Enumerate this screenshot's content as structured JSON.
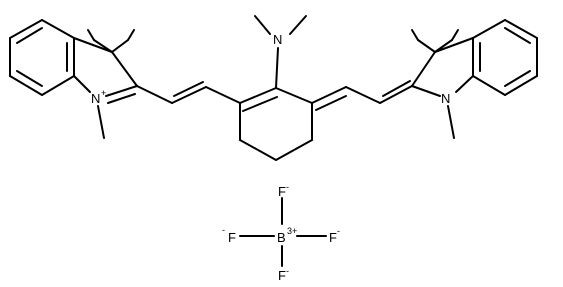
{
  "atoms": {
    "n_plus": "N",
    "n_plus_charge": "+",
    "n_dimethylamino": "N",
    "n_neutral": "N",
    "boron": "B",
    "boron_charge": "3+",
    "fluorine_top": "F",
    "fluorine_top_charge": "-",
    "fluorine_left": "F",
    "fluorine_left_charge": "-",
    "fluorine_right": "F",
    "fluorine_right_charge": "-",
    "fluorine_bottom": "F",
    "fluorine_bottom_charge": "-"
  }
}
